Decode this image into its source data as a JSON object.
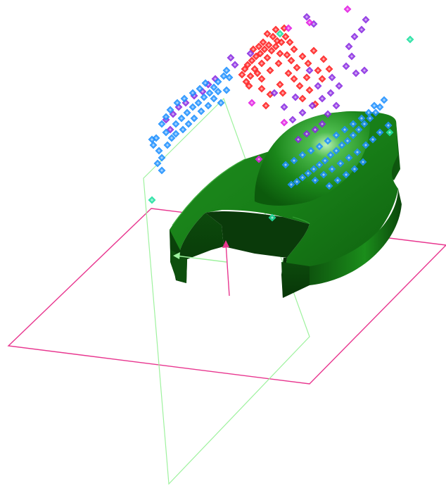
{
  "colors": {
    "background": "#ffffff",
    "ground_plane": "#e8368f",
    "section_plane": "#9ef29e",
    "part_dark": "#0b4d0b",
    "part_mid": "#137a13",
    "part_light": "#2aa52a",
    "part_highlight": "#9be79b",
    "axis_normal": "#e8368f",
    "axis_direction": "#9ef29e",
    "points_red": "#ff1f1f",
    "points_violet": "#8a2be2",
    "points_magenta": "#e31fe3",
    "points_blue": "#1e90ff",
    "points_teal": "#1fe0a0"
  },
  "icons": {
    "point_marker": "diamond-point-icon",
    "arrow_marker": "arrow-icon"
  },
  "point_clusters": [
    {
      "name": "red",
      "color_key": "points_red",
      "count": 55
    },
    {
      "name": "violet",
      "color_key": "points_violet",
      "count": 40
    },
    {
      "name": "magenta",
      "color_key": "points_magenta",
      "count": 6
    },
    {
      "name": "blue",
      "color_key": "points_blue",
      "count": 85
    },
    {
      "name": "teal",
      "color_key": "points_teal",
      "count": 5
    }
  ]
}
